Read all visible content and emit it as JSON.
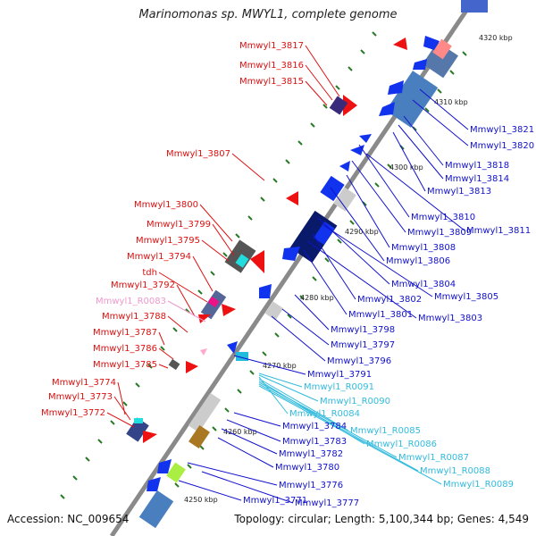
{
  "title": "Marinomonas sp. MWYL1, complete genome",
  "footer": {
    "accession": "Accession: NC_009654",
    "topology": "Topology: circular; Length: 5,100,344 bp; Genes: 4,549"
  },
  "colors": {
    "backbone": "#8a8a8a",
    "forward_gene": "#ee1111",
    "reverse_gene": "#1111dd",
    "rna": "#ffaacc",
    "trna_label": "#33bbdd",
    "tick": "#2a7a2a"
  },
  "kbp_markers": [
    "4320 kbp",
    "4310 kbp",
    "4300 kbp",
    "4290 kbp",
    "4280 kbp",
    "4270 kbp",
    "4260 kbp",
    "4250 kbp"
  ],
  "left_labels": [
    {
      "text": "Mmwyl1_3817",
      "color": "#dd1111"
    },
    {
      "text": "Mmwyl1_3816",
      "color": "#dd1111"
    },
    {
      "text": "Mmwyl1_3815",
      "color": "#dd1111"
    },
    {
      "text": "Mmwyl1_3807",
      "color": "#dd1111"
    },
    {
      "text": "Mmwyl1_3800",
      "color": "#dd1111"
    },
    {
      "text": "Mmwyl1_3799",
      "color": "#dd1111"
    },
    {
      "text": "Mmwyl1_3795",
      "color": "#dd1111"
    },
    {
      "text": "Mmwyl1_3794",
      "color": "#dd1111"
    },
    {
      "text": "tdh",
      "color": "#dd1111"
    },
    {
      "text": "Mmwyl1_3792",
      "color": "#dd1111"
    },
    {
      "text": "Mmwyl1_R0083",
      "color": "#ee99cc"
    },
    {
      "text": "Mmwyl1_3788",
      "color": "#dd1111"
    },
    {
      "text": "Mmwyl1_3787",
      "color": "#dd1111"
    },
    {
      "text": "Mmwyl1_3786",
      "color": "#dd1111"
    },
    {
      "text": "Mmwyl1_3785",
      "color": "#dd1111"
    },
    {
      "text": "Mmwyl1_3774",
      "color": "#dd1111"
    },
    {
      "text": "Mmwyl1_3773",
      "color": "#dd1111"
    },
    {
      "text": "Mmwyl1_3772",
      "color": "#dd1111"
    }
  ],
  "right_labels": [
    {
      "text": "Mmwyl1_3821",
      "color": "#1111cc"
    },
    {
      "text": "Mmwyl1_3820",
      "color": "#1111cc"
    },
    {
      "text": "Mmwyl1_3818",
      "color": "#1111cc"
    },
    {
      "text": "Mmwyl1_3814",
      "color": "#1111cc"
    },
    {
      "text": "Mmwyl1_3813",
      "color": "#1111cc"
    },
    {
      "text": "Mmwyl1_3810",
      "color": "#1111cc"
    },
    {
      "text": "Mmwyl1_3811",
      "color": "#1111cc"
    },
    {
      "text": "Mmwyl1_3809",
      "color": "#1111cc"
    },
    {
      "text": "Mmwyl1_3808",
      "color": "#1111cc"
    },
    {
      "text": "Mmwyl1_3806",
      "color": "#1111cc"
    },
    {
      "text": "Mmwyl1_3804",
      "color": "#1111cc"
    },
    {
      "text": "Mmwyl1_3805",
      "color": "#1111cc"
    },
    {
      "text": "Mmwyl1_3802",
      "color": "#1111cc"
    },
    {
      "text": "Mmwyl1_3801",
      "color": "#1111cc"
    },
    {
      "text": "Mmwyl1_3803",
      "color": "#1111cc"
    },
    {
      "text": "Mmwyl1_3798",
      "color": "#1111cc"
    },
    {
      "text": "Mmwyl1_3797",
      "color": "#1111cc"
    },
    {
      "text": "Mmwyl1_3796",
      "color": "#1111cc"
    },
    {
      "text": "Mmwyl1_3791",
      "color": "#1111cc"
    },
    {
      "text": "Mmwyl1_R0091",
      "color": "#33bbdd"
    },
    {
      "text": "Mmwyl1_R0090",
      "color": "#33bbdd"
    },
    {
      "text": "Mmwyl1_R0084",
      "color": "#33bbdd"
    },
    {
      "text": "Mmwyl1_3784",
      "color": "#1111cc"
    },
    {
      "text": "Mmwyl1_R0085",
      "color": "#33bbdd"
    },
    {
      "text": "Mmwyl1_3783",
      "color": "#1111cc"
    },
    {
      "text": "Mmwyl1_R0086",
      "color": "#33bbdd"
    },
    {
      "text": "Mmwyl1_3782",
      "color": "#1111cc"
    },
    {
      "text": "Mmwyl1_R0087",
      "color": "#33bbdd"
    },
    {
      "text": "Mmwyl1_3780",
      "color": "#1111cc"
    },
    {
      "text": "Mmwyl1_R0088",
      "color": "#33bbdd"
    },
    {
      "text": "Mmwyl1_3776",
      "color": "#1111cc"
    },
    {
      "text": "Mmwyl1_R0089",
      "color": "#33bbdd"
    },
    {
      "text": "Mmwyl1_3771",
      "color": "#1111cc"
    },
    {
      "text": "Mmwyl1_3777",
      "color": "#1111cc"
    }
  ]
}
